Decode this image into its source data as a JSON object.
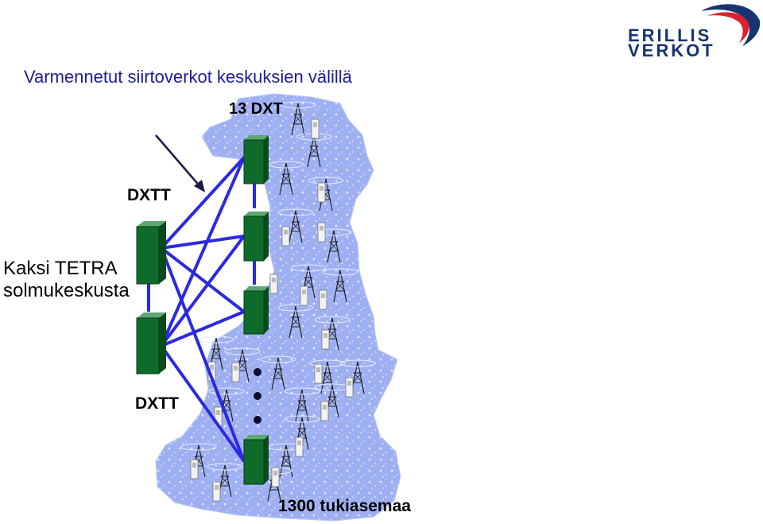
{
  "title": "Varmennetut siirtoverkot keskuksien välillä",
  "labels": {
    "dxt_count": "13 DXT",
    "dxtt_top": "DXTT",
    "dxtt_bottom": "DXTT",
    "centers_line1": "Kaksi TETRA",
    "centers_line2": "solmukeskusta",
    "base_stations": "1300 tukiasemaa"
  },
  "logo": {
    "line1": "ERILLIS",
    "line2": "VERKOT"
  },
  "colors": {
    "title": "#1d1d9a",
    "links": "#2a2ae0",
    "map": "#9aaaf0",
    "switch_front": "#0f6b2a",
    "logo_text": "#17356e",
    "logo_accent": "#d9232d"
  }
}
